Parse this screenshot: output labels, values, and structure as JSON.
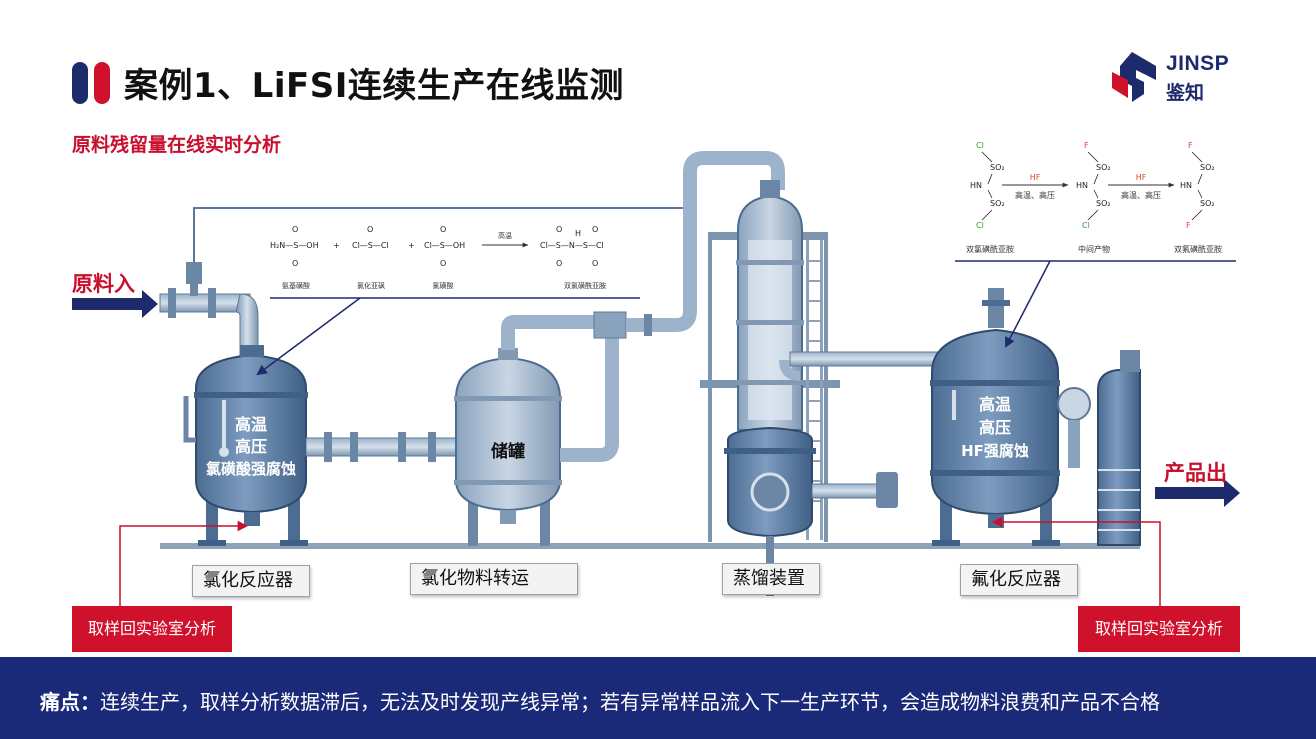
{
  "title": "案例1、LiFSI连续生产在线监测",
  "subtitle": "原料残留量在线实时分析",
  "logo": {
    "en": "JINSP",
    "cn": "鉴知"
  },
  "flow": {
    "input": "原料入",
    "output": "产品出"
  },
  "equipment": [
    {
      "name": "氯化反应器",
      "notes": [
        "高温",
        "高压",
        "氯磺酸强腐蚀"
      ]
    },
    {
      "name": "氯化物料转运",
      "notes": [
        "储罐"
      ]
    },
    {
      "name": "蒸馏装置",
      "notes": []
    },
    {
      "name": "氟化反应器",
      "notes": [
        "高温",
        "高压",
        "HF强腐蚀"
      ]
    }
  ],
  "sampling": {
    "left": "取样回实验室分析",
    "right": "取样回实验室分析"
  },
  "reaction1": {
    "arrow_label": "高温",
    "names": [
      "氨基磺酸",
      "氯化亚砜",
      "氯磺酸",
      "双氯磺酰亚胺"
    ]
  },
  "reaction2": {
    "arrow_label_top": "HF",
    "arrow_label_bottom": "高温、高压",
    "names": [
      "双氯磺酰亚胺",
      "中间产物",
      "双氟磺酰亚胺"
    ]
  },
  "pain_point": {
    "label": "痛点：",
    "text": "连续生产，取样分析数据滞后，无法及时发现产线异常；若有异常样品流入下一生产环节，会造成物料浪费和产品不合格"
  },
  "colors": {
    "accent_red": "#c8102e",
    "navy": "#1a2a78",
    "tank_steel": "#5b7ea3"
  }
}
